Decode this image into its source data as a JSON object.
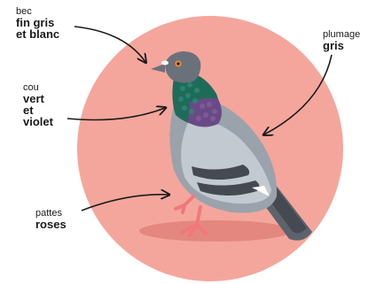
{
  "labels": {
    "beak": {
      "caption": "bec",
      "description": [
        "fin gris",
        "et blanc"
      ]
    },
    "neck": {
      "caption": "cou",
      "description": [
        "vert",
        "et",
        "violet"
      ]
    },
    "feet": {
      "caption": "pattes",
      "description": [
        "roses"
      ]
    },
    "plumage": {
      "caption": "plumage",
      "description": [
        "gris"
      ]
    }
  },
  "colors": {
    "circle": "#f4a69c",
    "shadow": "#e4877f",
    "plumage_light": "#c3c9d0",
    "plumage_mid": "#9aa2ac",
    "plumage_dark": "#6b717b",
    "plumage_darkest": "#454a52",
    "neck_green": "#1f6b5a",
    "neck_violet": "#6a4a86",
    "feet": "#f0787d",
    "eye": "#f28c28",
    "text": "#1a1a1a"
  },
  "icons": {
    "subject": "pigeon-illustration"
  }
}
